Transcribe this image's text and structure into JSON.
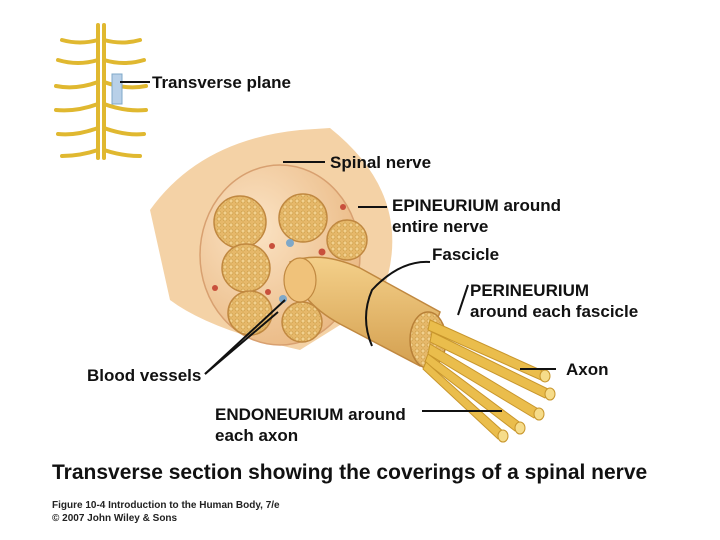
{
  "labels": {
    "transverse_plane": "Transverse plane",
    "spinal_nerve": "Spinal nerve",
    "epineurium_line1": "EPINEURIUM around",
    "epineurium_line2": "entire nerve",
    "fascicle": "Fascicle",
    "perineurium_line1": "PERINEURIUM",
    "perineurium_line2": "around each fascicle",
    "axon": "Axon",
    "blood_vessels": "Blood vessels",
    "endoneurium_line1": "ENDONEURIUM around",
    "endoneurium_line2": "each axon"
  },
  "caption": "Transverse section showing the coverings of a spinal nerve",
  "credits": {
    "figure": "Figure 10-4  Introduction to the Human Body, 7/e",
    "copyright": "© 2007 John Wiley & Sons"
  },
  "colors": {
    "nerve_outer": "#f0c896",
    "nerve_highlight": "#fbe3c4",
    "fascicle": "#e0b060",
    "fascicle_dot": "#c8963c",
    "axon": "#e8b848",
    "spinal_icon": "#e0b830",
    "vessel_red": "#c8503c",
    "vessel_blue": "#7fa8c8"
  }
}
